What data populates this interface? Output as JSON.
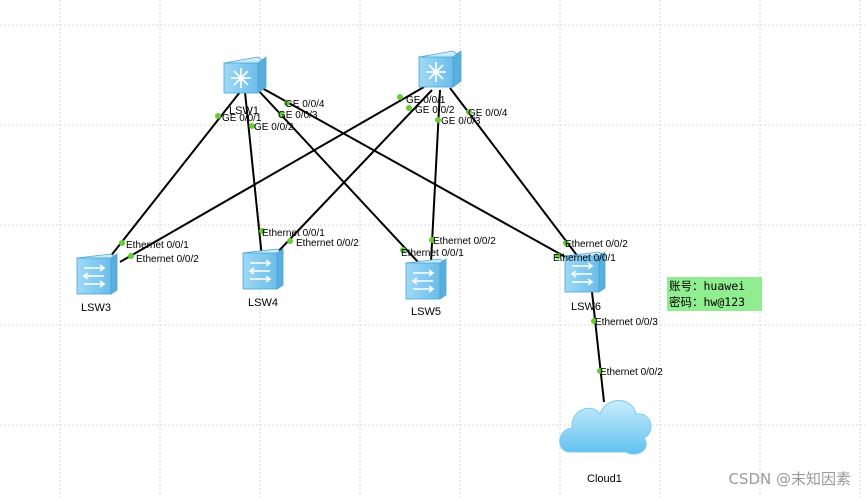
{
  "topology": {
    "devices": {
      "lsw1": "LSW1",
      "lsw2": "",
      "lsw3": "LSW3",
      "lsw4": "LSW4",
      "lsw5": "LSW5",
      "lsw6": "LSW6",
      "cloud1": "Cloud1"
    },
    "ports": {
      "lsw1_ge1": "GE 0/0/1",
      "lsw1_ge2": "GE 0/0/2",
      "lsw1_ge3": "GE 0/0/3",
      "lsw1_ge4": "GE 0/0/4",
      "lsw2_ge1": "GE 0/0/1",
      "lsw2_ge2": "GE 0/0/2",
      "lsw2_ge3": "GE 0/0/3",
      "lsw2_ge4": "GE 0/0/4",
      "lsw3_eth1": "Ethernet 0/0/1",
      "lsw3_eth2": "Ethernet 0/0/2",
      "lsw4_eth1": "Ethernet 0/0/1",
      "lsw4_eth2": "Ethernet 0/0/2",
      "lsw5_eth1": "Ethernet 0/0/1",
      "lsw5_eth2": "Ethernet 0/0/2",
      "lsw6_eth1": "Ethernet 0/0/1",
      "lsw6_eth2": "Ethernet 0/0/2",
      "lsw6_eth3": "Ethernet 0/0/3",
      "cloud_eth2": "Ethernet 0/0/2"
    }
  },
  "credentials": {
    "account": "账号：huawei",
    "password": "密码：hw@123"
  },
  "watermark": "CSDN @末知因素",
  "colors": {
    "link": "#000000",
    "port_dot": "#66cc33",
    "grid": "#d9d9d9",
    "switch_body": "#7ec8ee",
    "cloud": "#8fd3f4",
    "credential_bg": "#90ee90"
  }
}
